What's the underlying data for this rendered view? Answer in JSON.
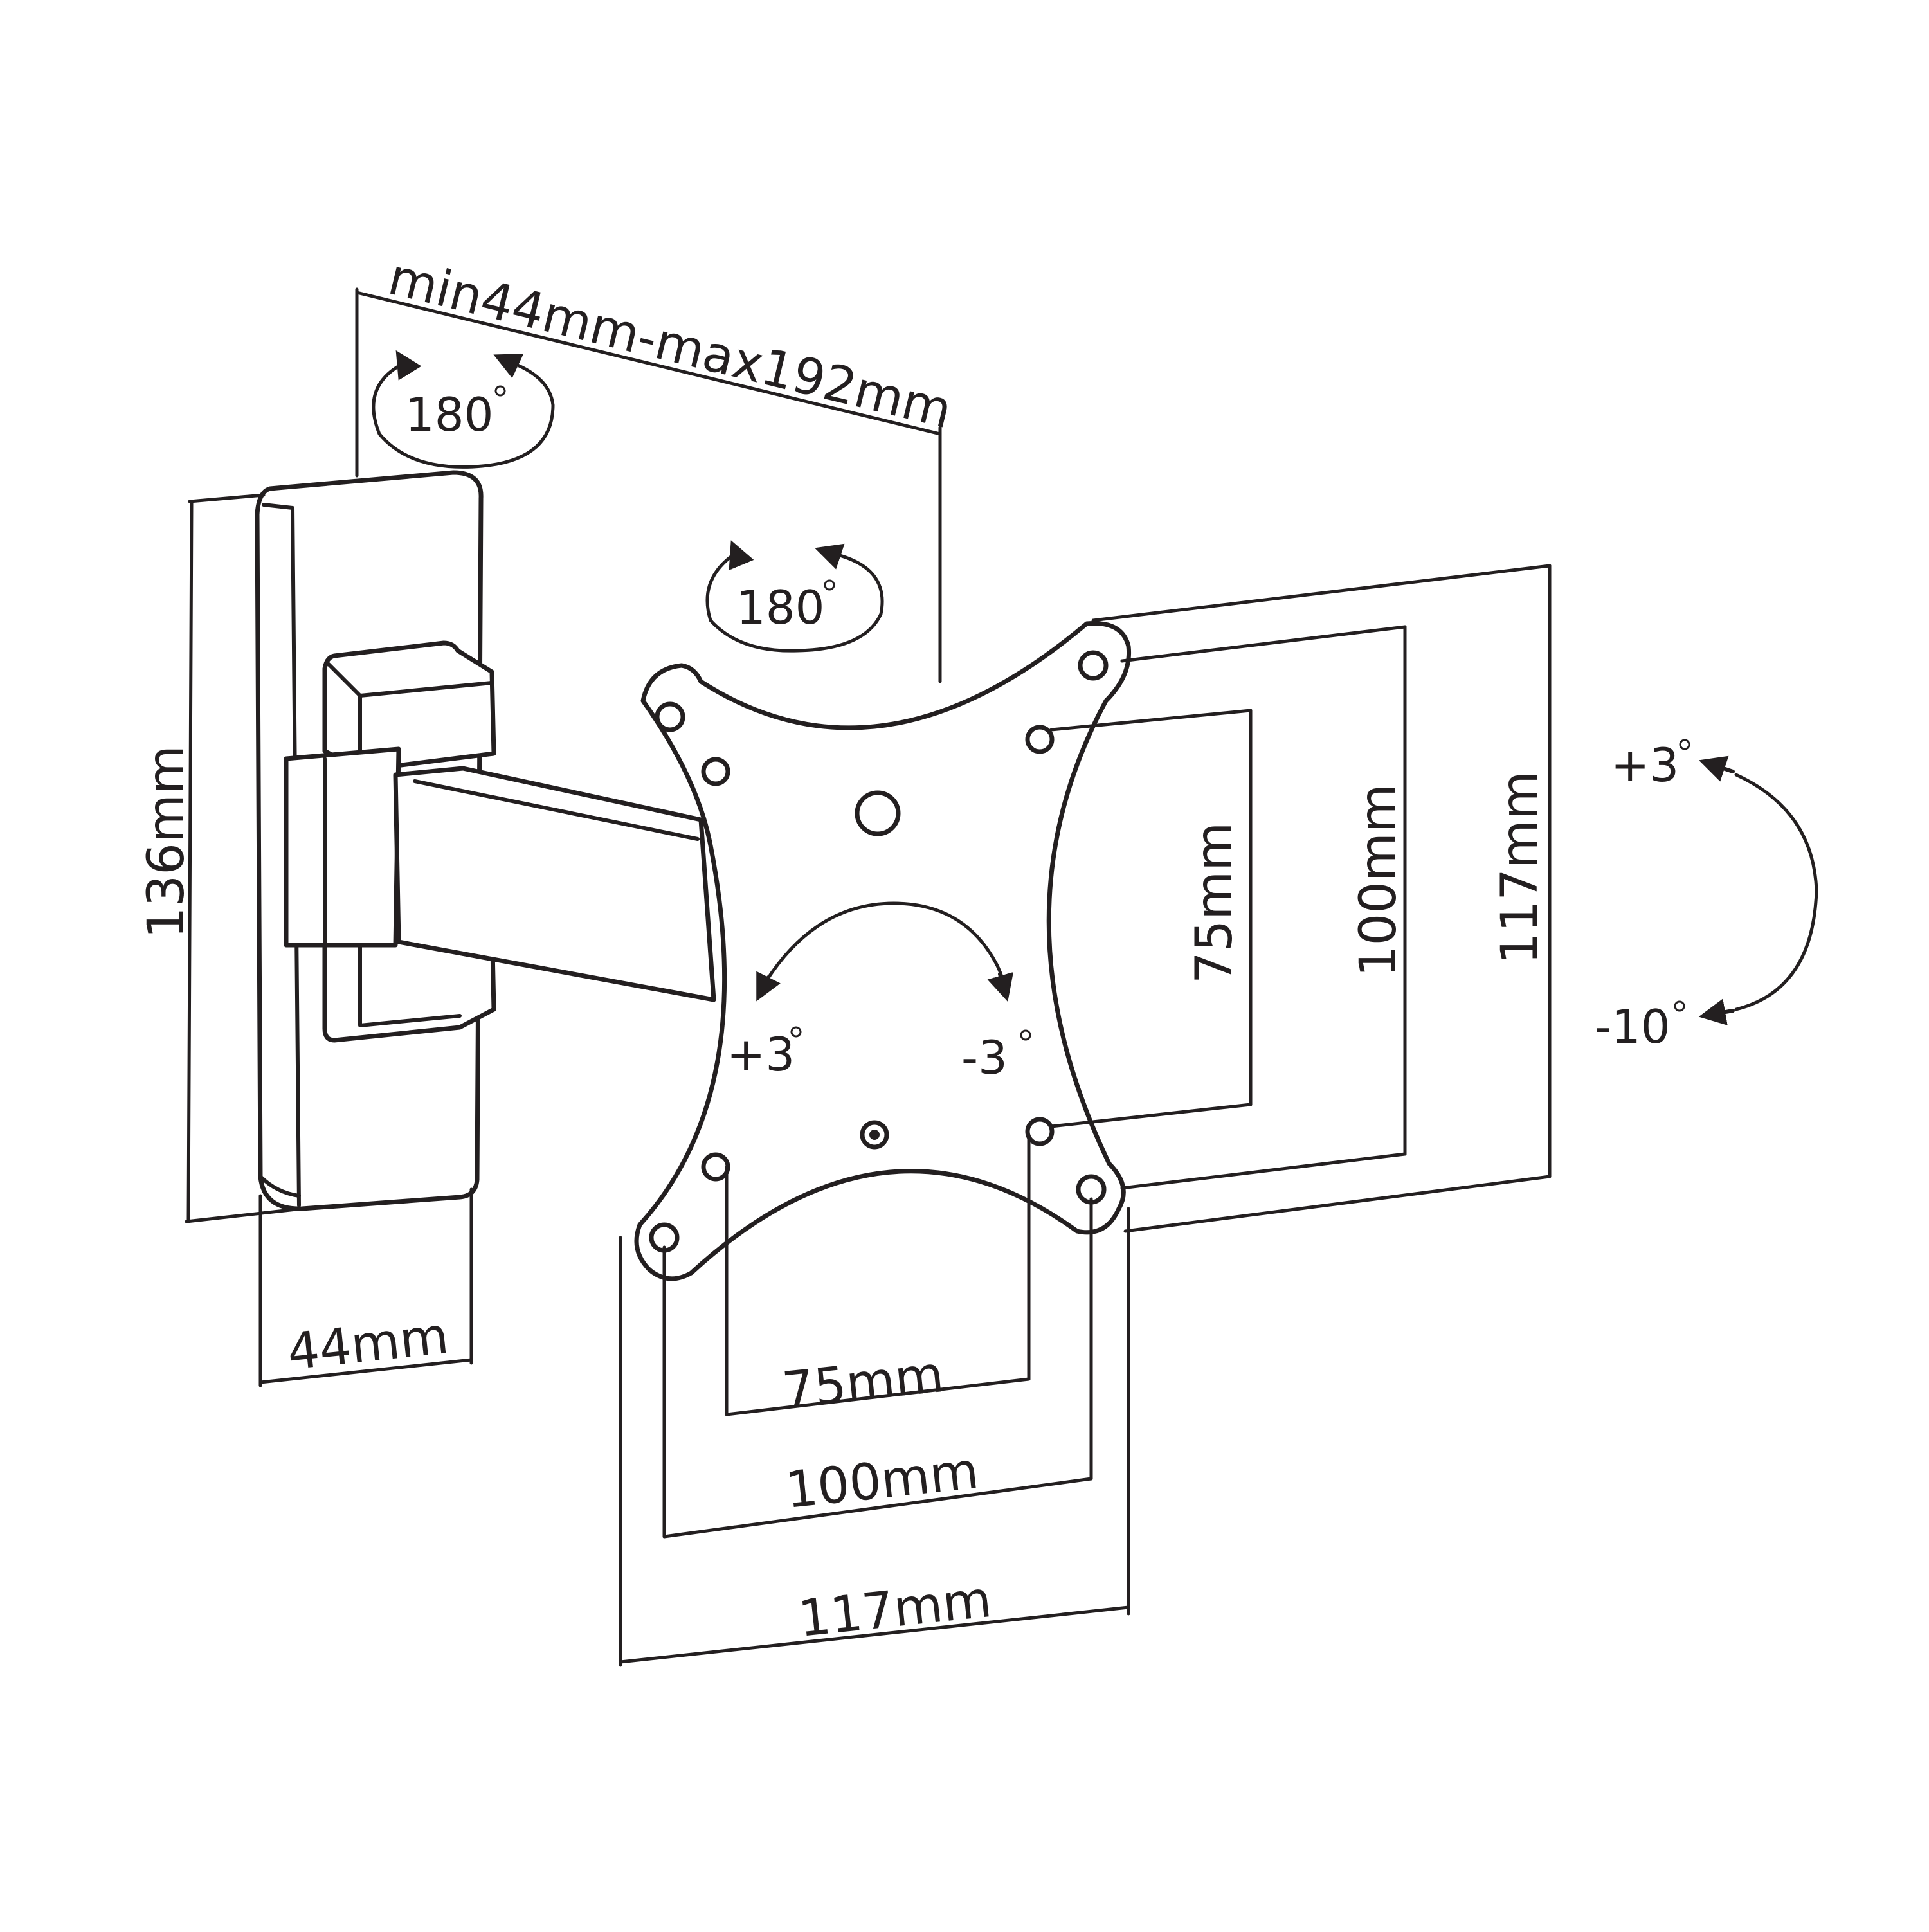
{
  "dimensions": {
    "arm_extension": "min44mm-max192mm",
    "wall_plate_height": "136mm",
    "wall_plate_depth": "44mm",
    "vesa_inner_vertical": "75mm",
    "vesa_outer_vertical": "100mm",
    "plate_vertical": "117mm",
    "vesa_inner_horizontal": "75mm",
    "vesa_outer_horizontal": "100mm",
    "plate_horizontal": "117mm"
  },
  "angles": {
    "arm_swivel": "180",
    "head_swivel": "180",
    "rotate_left": "+3",
    "rotate_right": "-3",
    "tilt_up": "+3",
    "tilt_down": "-10"
  },
  "colors": {
    "line": "#231f20",
    "background": "#ffffff"
  }
}
